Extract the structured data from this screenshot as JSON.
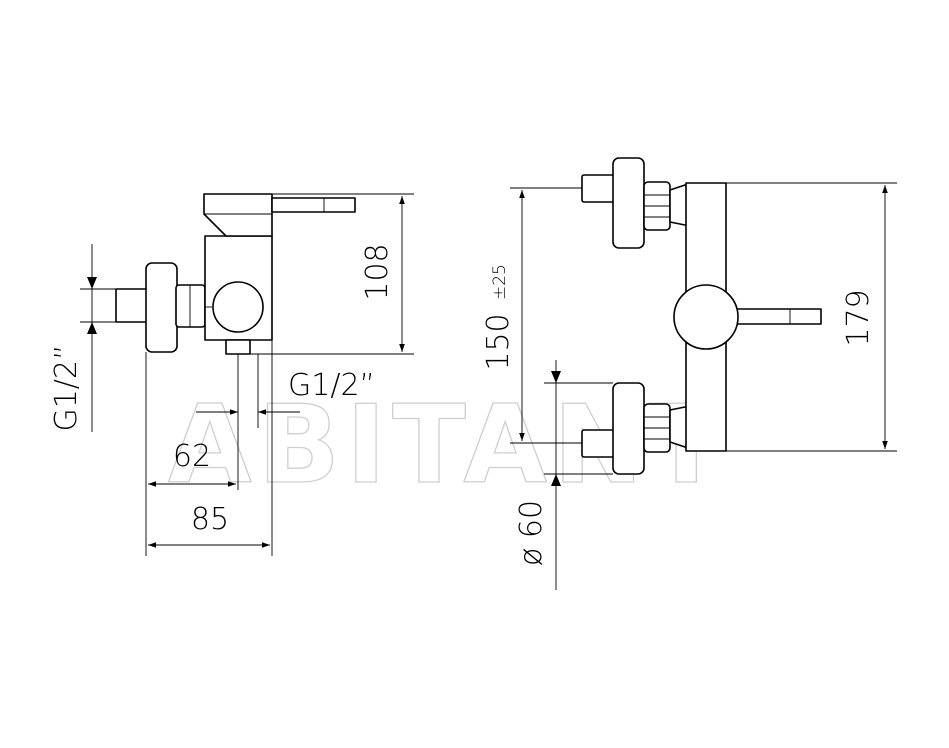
{
  "watermark": "ABITANT",
  "side_view": {
    "height_label": "108",
    "inlet_thread_label": "G1/2”",
    "outlet_thread_label": "G1/2”",
    "depth_62_label": "62",
    "depth_85_label": "85"
  },
  "front_view": {
    "height_label": "179",
    "spacing_label": "150",
    "spacing_tolerance_label": "±25",
    "diameter_label": "ø 60"
  },
  "colors": {
    "line": "#000000",
    "watermark": "#cfcfcf",
    "background": "#ffffff"
  }
}
